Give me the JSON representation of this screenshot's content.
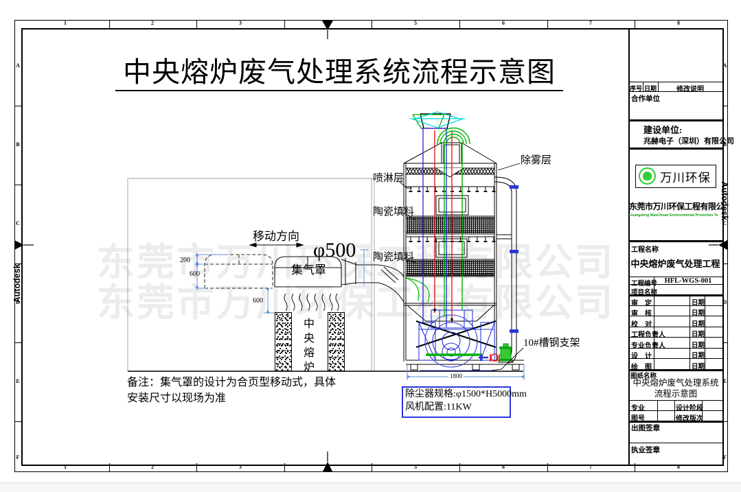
{
  "sheet": {
    "title": "中央熔炉废气处理系统流程示意图",
    "brand_vertical": "Autodesk",
    "watermark": "东莞市万川环保工程有限公司",
    "ruler": {
      "top_numbers": [
        "1",
        "2",
        "3",
        "5",
        "6",
        "7",
        "8"
      ],
      "side_letters": [
        "A",
        "B",
        "C",
        "D",
        "E",
        "F"
      ]
    }
  },
  "diagram": {
    "labels": {
      "demister": "除雾层",
      "spray": "喷淋层",
      "packing1": "陶瓷填料",
      "packing2": "陶瓷填料",
      "move_direction": "移动方向",
      "duct_diameter": "φ500",
      "hood": "集气罩",
      "furnace": "中央熔炉",
      "support": "10#槽钢支架"
    },
    "dimensions": {
      "d200": "200",
      "d600a": "600",
      "d600b": "600",
      "d1800": "1800"
    },
    "note_line1": "备注：集气罩的设计为合页型移动式，具体",
    "note_line2": "安装尺寸以现场为准",
    "spec_line1": "除尘器规格:φ1500*H5000mm",
    "spec_line2": "风机配置:11KW"
  },
  "titleblock": {
    "rev_no": "序号",
    "rev_date": "日期",
    "rev_desc": "修改说明",
    "partner_label": "合作单位",
    "client_label": "建设单位:",
    "client_name": "兆赫电子（深圳）有限公司",
    "logo_text": "万川环保",
    "company_cn": "东莞市万川环保工程有限公司",
    "company_en": "Guangdong WanChuan Environmental Protection Technology Co., LTD",
    "project_label": "工程名称",
    "project_name": "中央熔炉废气处理工程",
    "project_no_label": "工程编号",
    "project_no": "HFL-WGS-001",
    "item_label": "项目名称",
    "sign_rows": [
      "审　定",
      "审　核",
      "校　对",
      "工程负责人",
      "专业负责人",
      "设　计",
      "绘　图"
    ],
    "date_label": "日期",
    "drawing_label": "图纸名称",
    "drawing_name": "中央熔炉废气处理系统流程示意图",
    "major_label": "专业",
    "stage_label": "设计阶段",
    "sheet_no_label": "图号",
    "revision_label": "修改版次",
    "stamp1_label": "出图签章",
    "stamp2_label": "执业签章"
  },
  "colors": {
    "pipe_blue": "#2a35d8",
    "pipe_red": "#e81818",
    "pipe_green": "#00b400",
    "cap_cyan": "#00d8d8",
    "purple": "#6a35c8",
    "dim_blue": "#5b8fd8",
    "logo_green": "#33cc33",
    "watermark_gray": "#ececec"
  }
}
